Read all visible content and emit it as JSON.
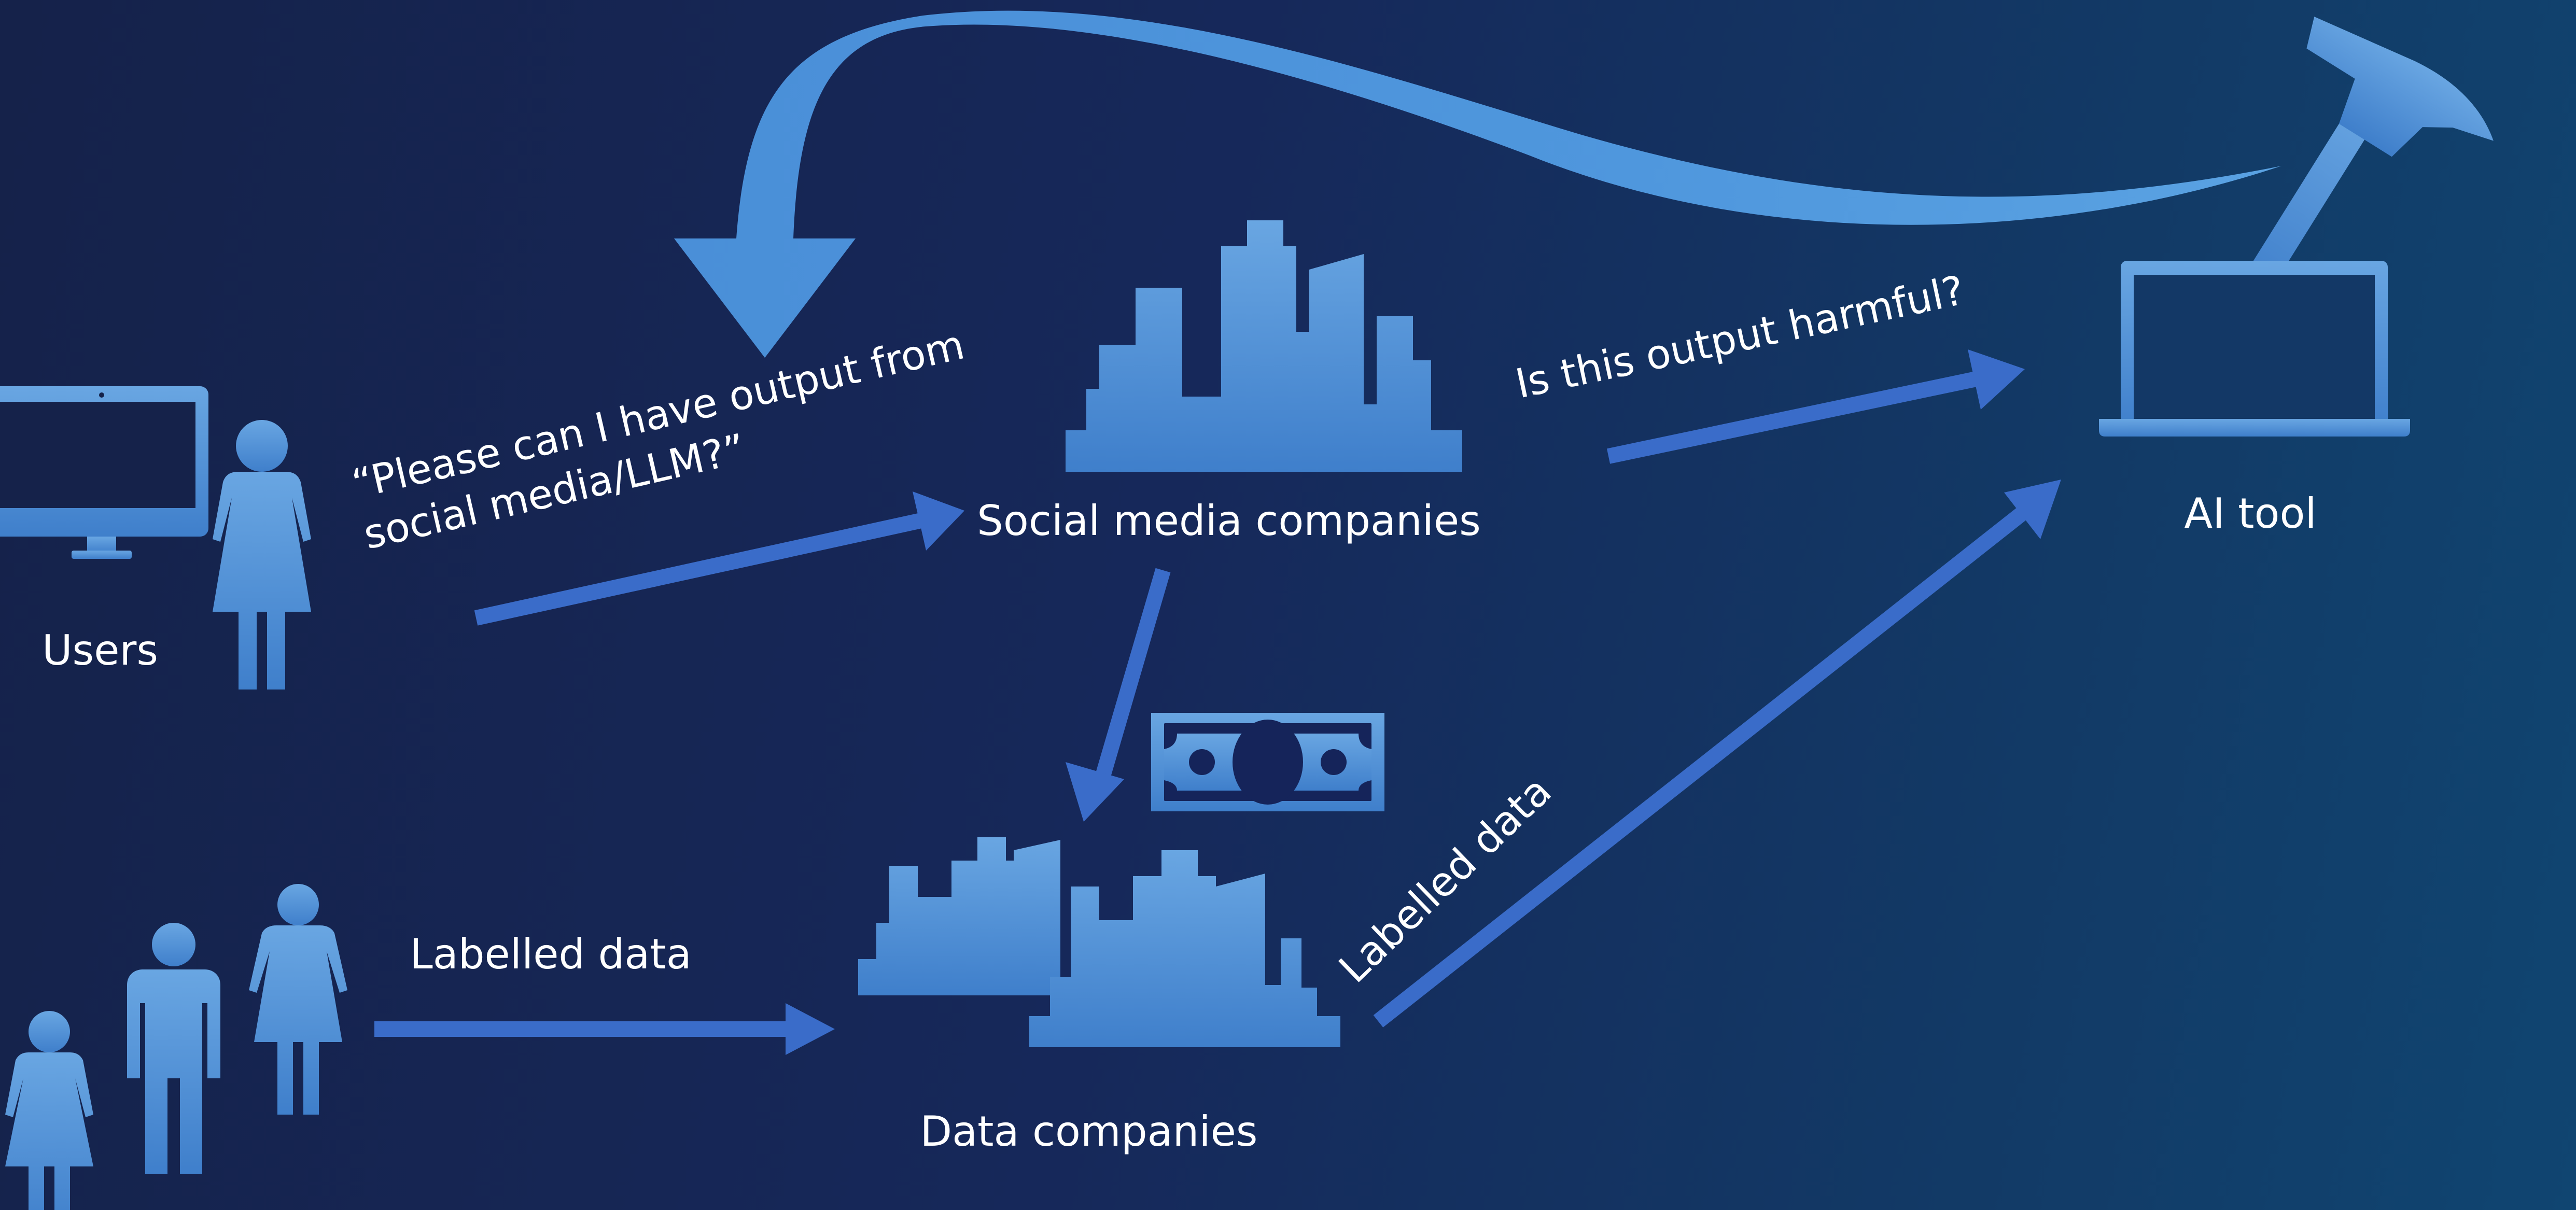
{
  "colors": {
    "background_left": "#15224a",
    "background_right": "#104571",
    "icon_top": "#69a6e2",
    "icon_bottom": "#3f7fcb",
    "arrow": "#3a6cc9",
    "feedback_arrow": "#4e94da",
    "text": "#ffffff"
  },
  "labels": {
    "users": "Users",
    "request_line1": "“Please can I have output from",
    "request_line2": "social media/LLM?”",
    "social_media": "Social media companies",
    "harmful_question": "Is this output harmful?",
    "ai_tool": "AI tool",
    "labelled_data_left": "Labelled data",
    "labelled_data_diag": "Labelled data",
    "data_companies": "Data companies"
  },
  "icons": [
    "monitor-icon",
    "person-icon",
    "city-skyline-icon",
    "laptop-icon",
    "hammer-icon",
    "money-bill-icon",
    "people-group-icon"
  ]
}
